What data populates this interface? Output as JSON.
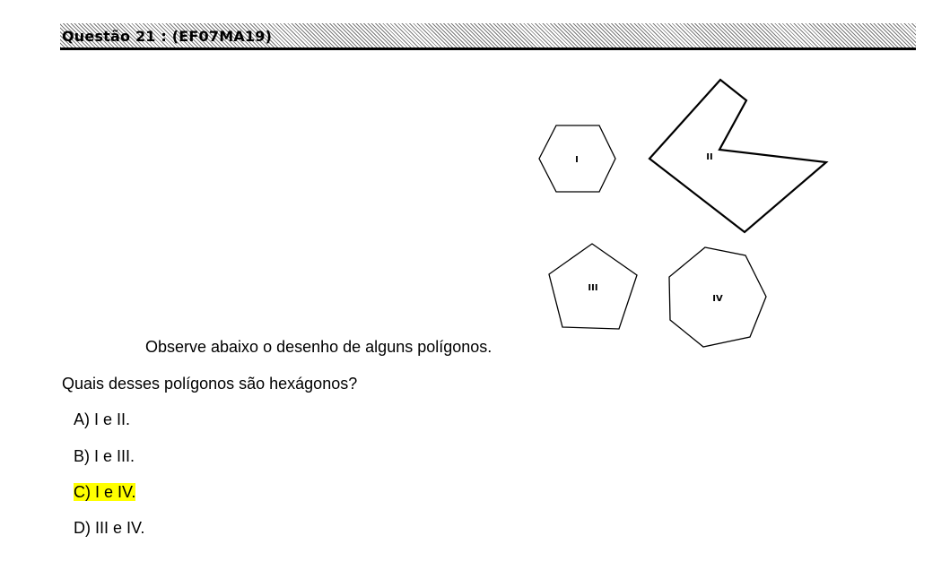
{
  "header": {
    "title": "Questão 21 :  (EF07MA19)"
  },
  "figure": {
    "labels": [
      "I",
      "II",
      "III",
      "IV"
    ]
  },
  "content": {
    "intro": "Observe abaixo o desenho de alguns polígonos.",
    "question": "Quais desses polígonos são hexágonos?",
    "options": [
      {
        "text": "A) I e II.",
        "highlighted": false
      },
      {
        "text": "B) I e III.",
        "highlighted": false
      },
      {
        "text": "C) I e IV.",
        "highlighted": true
      },
      {
        "text": "D) III e IV.",
        "highlighted": false
      }
    ]
  },
  "colors": {
    "highlight": "#ffff00",
    "rule": "#000000"
  }
}
